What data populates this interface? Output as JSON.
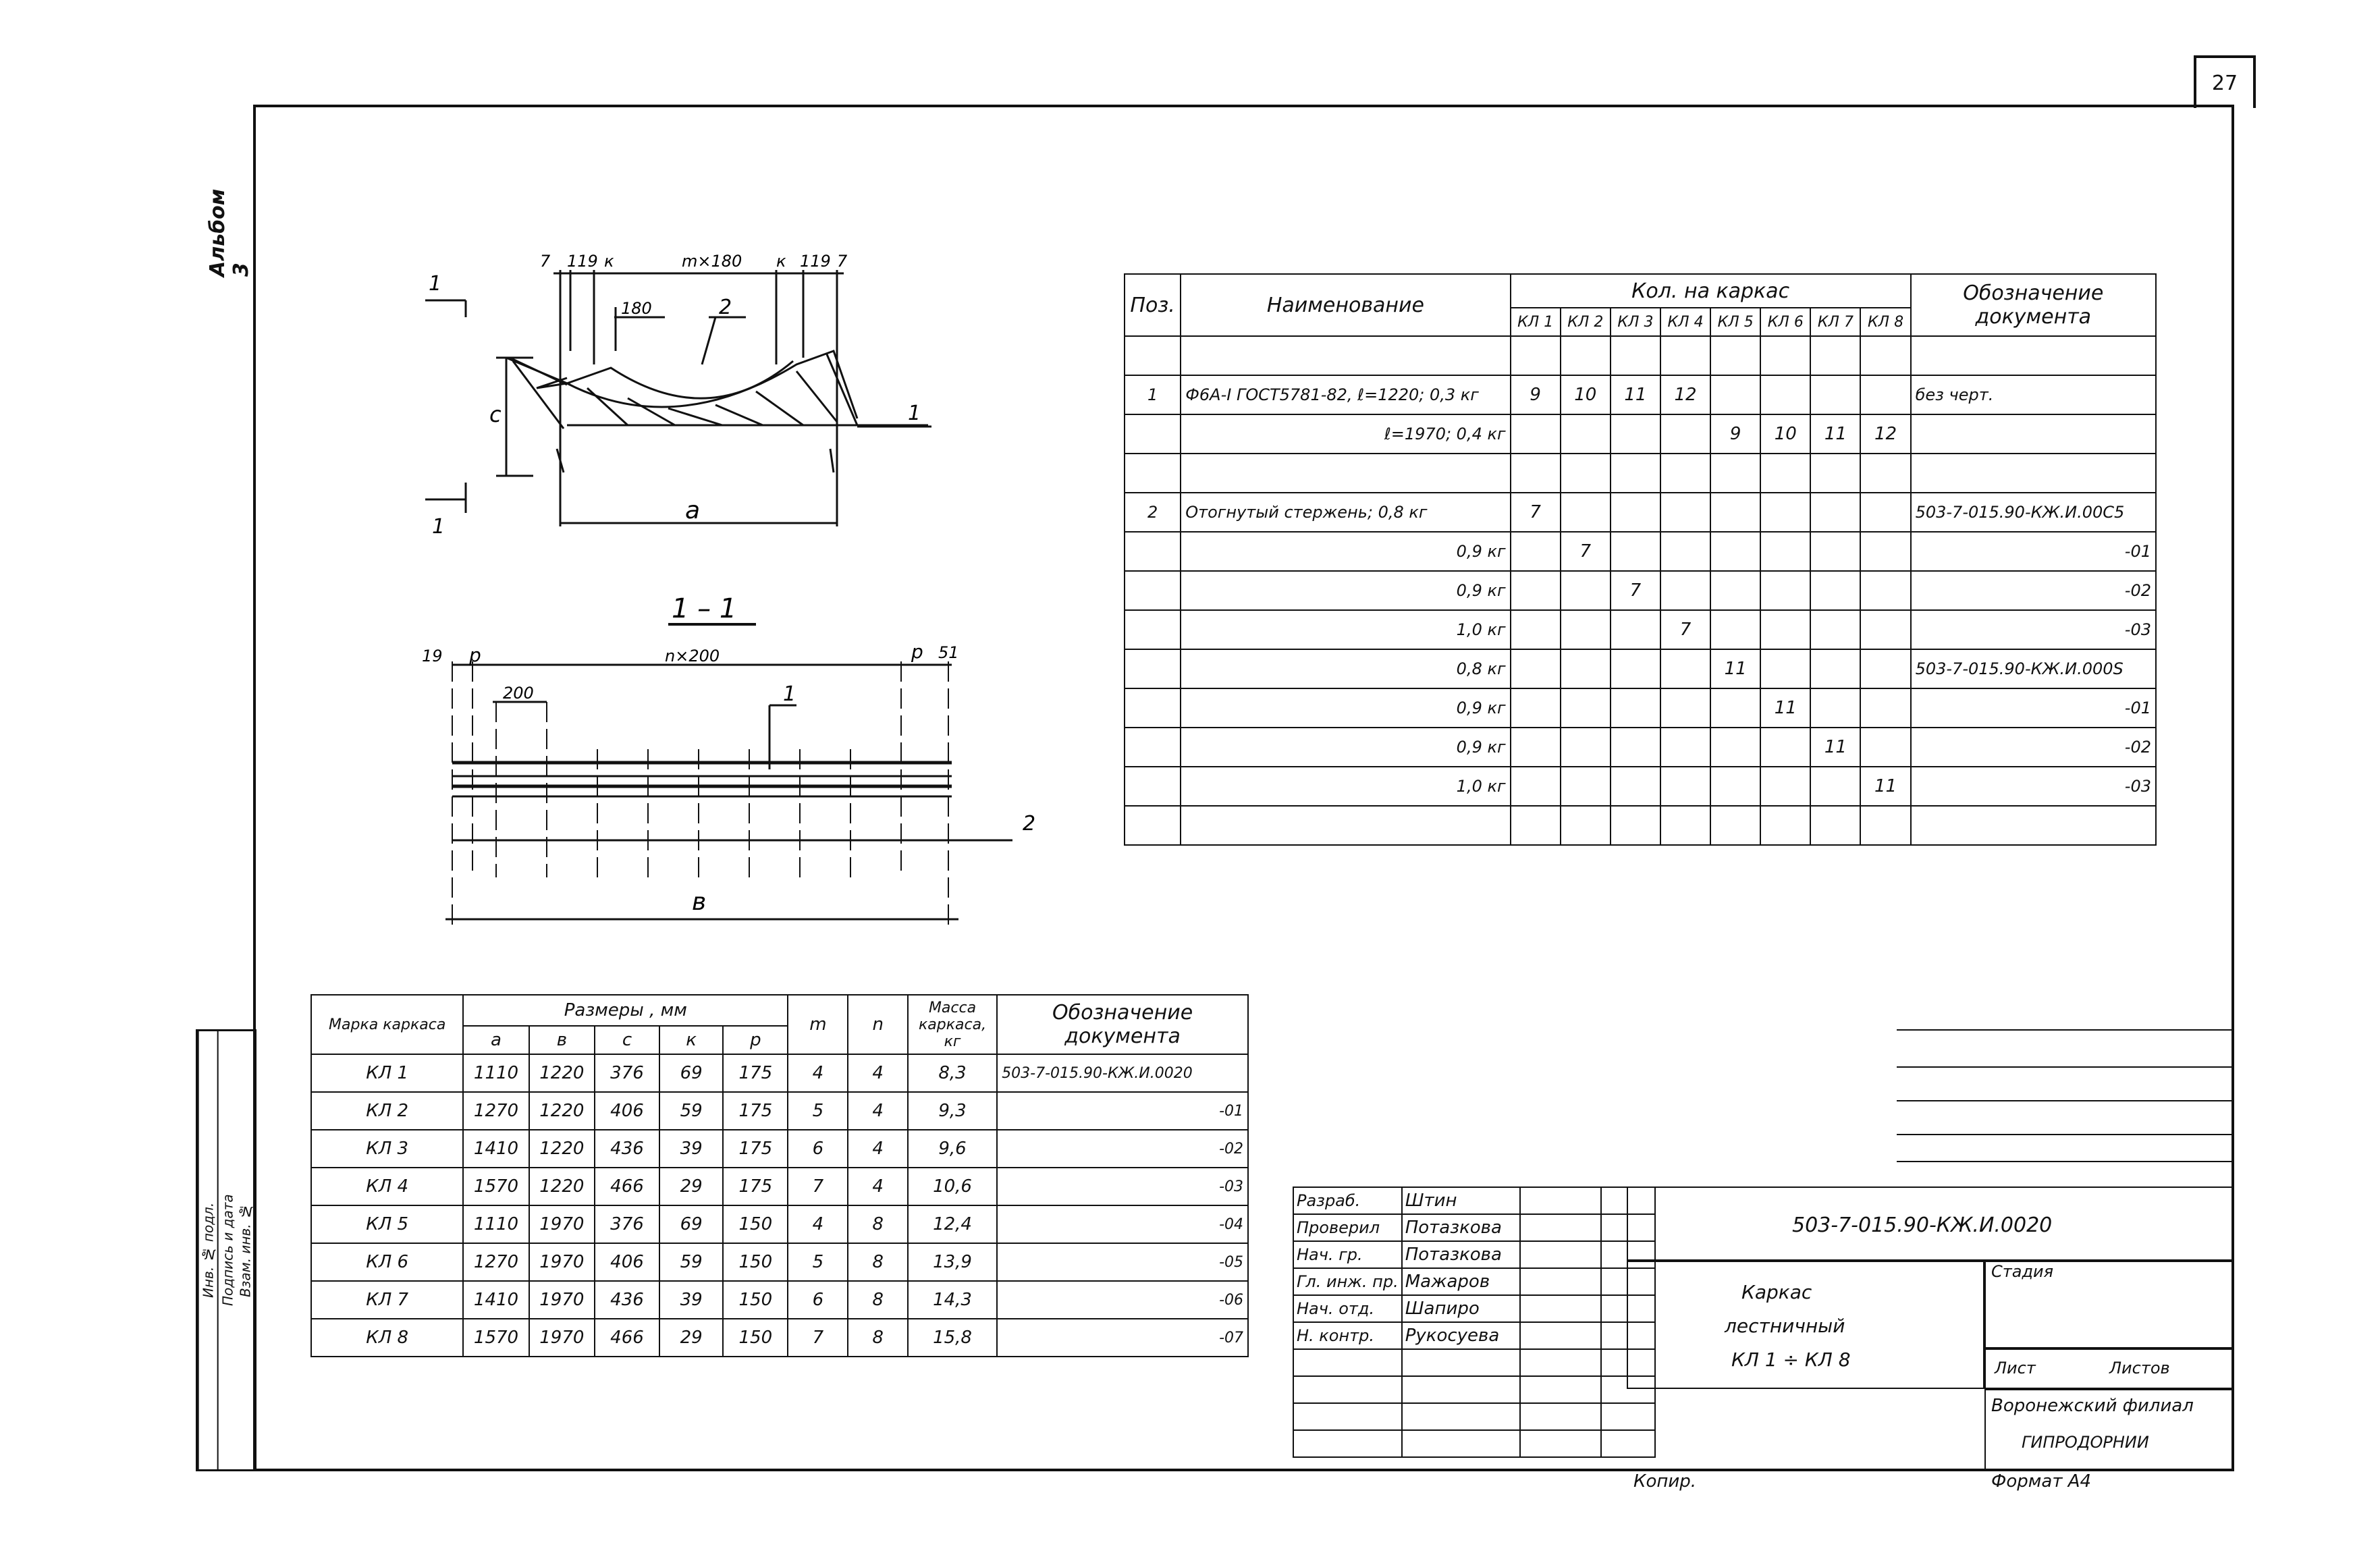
{
  "sheet": {
    "number": "27",
    "album": "Альбом 3"
  },
  "sidebar": [
    "Инв. № подл.",
    "Подпись и дата",
    "Взам. инв. №"
  ],
  "drawing": {
    "elevation": {
      "top_dims": [
        "7",
        "119",
        "к",
        "m×180",
        "к",
        "119",
        "7"
      ],
      "d180": "180",
      "c": "с",
      "a": "а",
      "pos1": "1",
      "pos2": "2",
      "cut": "1"
    },
    "section": {
      "title": "1 – 1",
      "top_dims": [
        "19",
        "р",
        "n×200",
        "р",
        "51"
      ],
      "d200": "200",
      "b": "в",
      "pos1": "1",
      "pos2": "2"
    }
  },
  "spec": {
    "headers": {
      "pos": "Поз.",
      "name": "Наименование",
      "qty": "Кол.  на  каркас",
      "doc": "Обозначение документа",
      "marks": [
        "КЛ 1",
        "КЛ 2",
        "КЛ 3",
        "КЛ 4",
        "КЛ 5",
        "КЛ 6",
        "КЛ 7",
        "КЛ 8"
      ]
    },
    "rows": [
      {
        "pos": "",
        "name": "",
        "q": [
          "",
          "",
          "",
          "",
          "",
          "",
          "",
          ""
        ],
        "doc": ""
      },
      {
        "pos": "1",
        "name": "Ф6А-I ГОСТ5781-82, ℓ=1220; 0,3 кг",
        "q": [
          "9",
          "10",
          "11",
          "12",
          "",
          "",
          "",
          ""
        ],
        "doc": "без   черт."
      },
      {
        "pos": "",
        "name": "ℓ=1970; 0,4 кг",
        "q": [
          "",
          "",
          "",
          "",
          "9",
          "10",
          "11",
          "12"
        ],
        "doc": ""
      },
      {
        "pos": "",
        "name": "",
        "q": [
          "",
          "",
          "",
          "",
          "",
          "",
          "",
          ""
        ],
        "doc": ""
      },
      {
        "pos": "2",
        "name": "Отогнутый стержень; 0,8 кг",
        "q": [
          "7",
          "",
          "",
          "",
          "",
          "",
          "",
          ""
        ],
        "doc": "503-7-015.90-КЖ.И.00С5"
      },
      {
        "pos": "",
        "name": "0,9 кг",
        "q": [
          "",
          "7",
          "",
          "",
          "",
          "",
          "",
          ""
        ],
        "doc": "-01"
      },
      {
        "pos": "",
        "name": "0,9 кг",
        "q": [
          "",
          "",
          "7",
          "",
          "",
          "",
          "",
          ""
        ],
        "doc": "-02"
      },
      {
        "pos": "",
        "name": "1,0 кг",
        "q": [
          "",
          "",
          "",
          "7",
          "",
          "",
          "",
          ""
        ],
        "doc": "-03"
      },
      {
        "pos": "",
        "name": "0,8 кг",
        "q": [
          "",
          "",
          "",
          "",
          "11",
          "",
          "",
          ""
        ],
        "doc": "503-7-015.90-КЖ.И.000S"
      },
      {
        "pos": "",
        "name": "0,9 кг",
        "q": [
          "",
          "",
          "",
          "",
          "",
          "11",
          "",
          ""
        ],
        "doc": "-01"
      },
      {
        "pos": "",
        "name": "0,9 кг",
        "q": [
          "",
          "",
          "",
          "",
          "",
          "",
          "11",
          ""
        ],
        "doc": "-02"
      },
      {
        "pos": "",
        "name": "1,0 кг",
        "q": [
          "",
          "",
          "",
          "",
          "",
          "",
          "",
          "11"
        ],
        "doc": "-03"
      },
      {
        "pos": "",
        "name": "",
        "q": [
          "",
          "",
          "",
          "",
          "",
          "",
          "",
          ""
        ],
        "doc": ""
      }
    ]
  },
  "dims": {
    "headers": {
      "mark": "Марка каркаса",
      "sizes": "Размеры , мм",
      "cols": [
        "а",
        "в",
        "с",
        "к",
        "р"
      ],
      "m": "m",
      "n": "n",
      "mass": "Масса каркаса, кг",
      "doc": "Обозначение документа"
    },
    "rows": [
      [
        "КЛ 1",
        "1110",
        "1220",
        "376",
        "69",
        "175",
        "4",
        "4",
        "8,3",
        "503-7-015.90-КЖ.И.0020"
      ],
      [
        "КЛ 2",
        "1270",
        "1220",
        "406",
        "59",
        "175",
        "5",
        "4",
        "9,3",
        "-01"
      ],
      [
        "КЛ 3",
        "1410",
        "1220",
        "436",
        "39",
        "175",
        "6",
        "4",
        "9,6",
        "-02"
      ],
      [
        "КЛ 4",
        "1570",
        "1220",
        "466",
        "29",
        "175",
        "7",
        "4",
        "10,6",
        "-03"
      ],
      [
        "КЛ 5",
        "1110",
        "1970",
        "376",
        "69",
        "150",
        "4",
        "8",
        "12,4",
        "-04"
      ],
      [
        "КЛ 6",
        "1270",
        "1970",
        "406",
        "59",
        "150",
        "5",
        "8",
        "13,9",
        "-05"
      ],
      [
        "КЛ 7",
        "1410",
        "1970",
        "436",
        "39",
        "150",
        "6",
        "8",
        "14,3",
        "-06"
      ],
      [
        "КЛ 8",
        "1570",
        "1970",
        "466",
        "29",
        "150",
        "7",
        "8",
        "15,8",
        "-07"
      ]
    ]
  },
  "title_block": {
    "roles": [
      [
        "Разраб.",
        "Штин"
      ],
      [
        "Проверил",
        "Потазкова"
      ],
      [
        "Нач. гр.",
        "Потазкова"
      ],
      [
        "Гл. инж. пр.",
        "Мажаров"
      ],
      [
        "Нач. отд.",
        "Шапиро"
      ],
      [
        "Н. контр.",
        "Рукосуева"
      ]
    ],
    "code": "503-7-015.90-КЖ.И.0020",
    "name_lines": [
      "Каркас",
      "лестничный",
      "КЛ 1 ÷ КЛ 8"
    ],
    "stage": "Стадия",
    "sheet": "Лист",
    "sheets": "Листов",
    "org_lines": [
      "Воронежский филиал",
      "ГИПРОДОРНИИ"
    ]
  },
  "footer": {
    "copied": "Копир.",
    "format": "Формат А4"
  }
}
